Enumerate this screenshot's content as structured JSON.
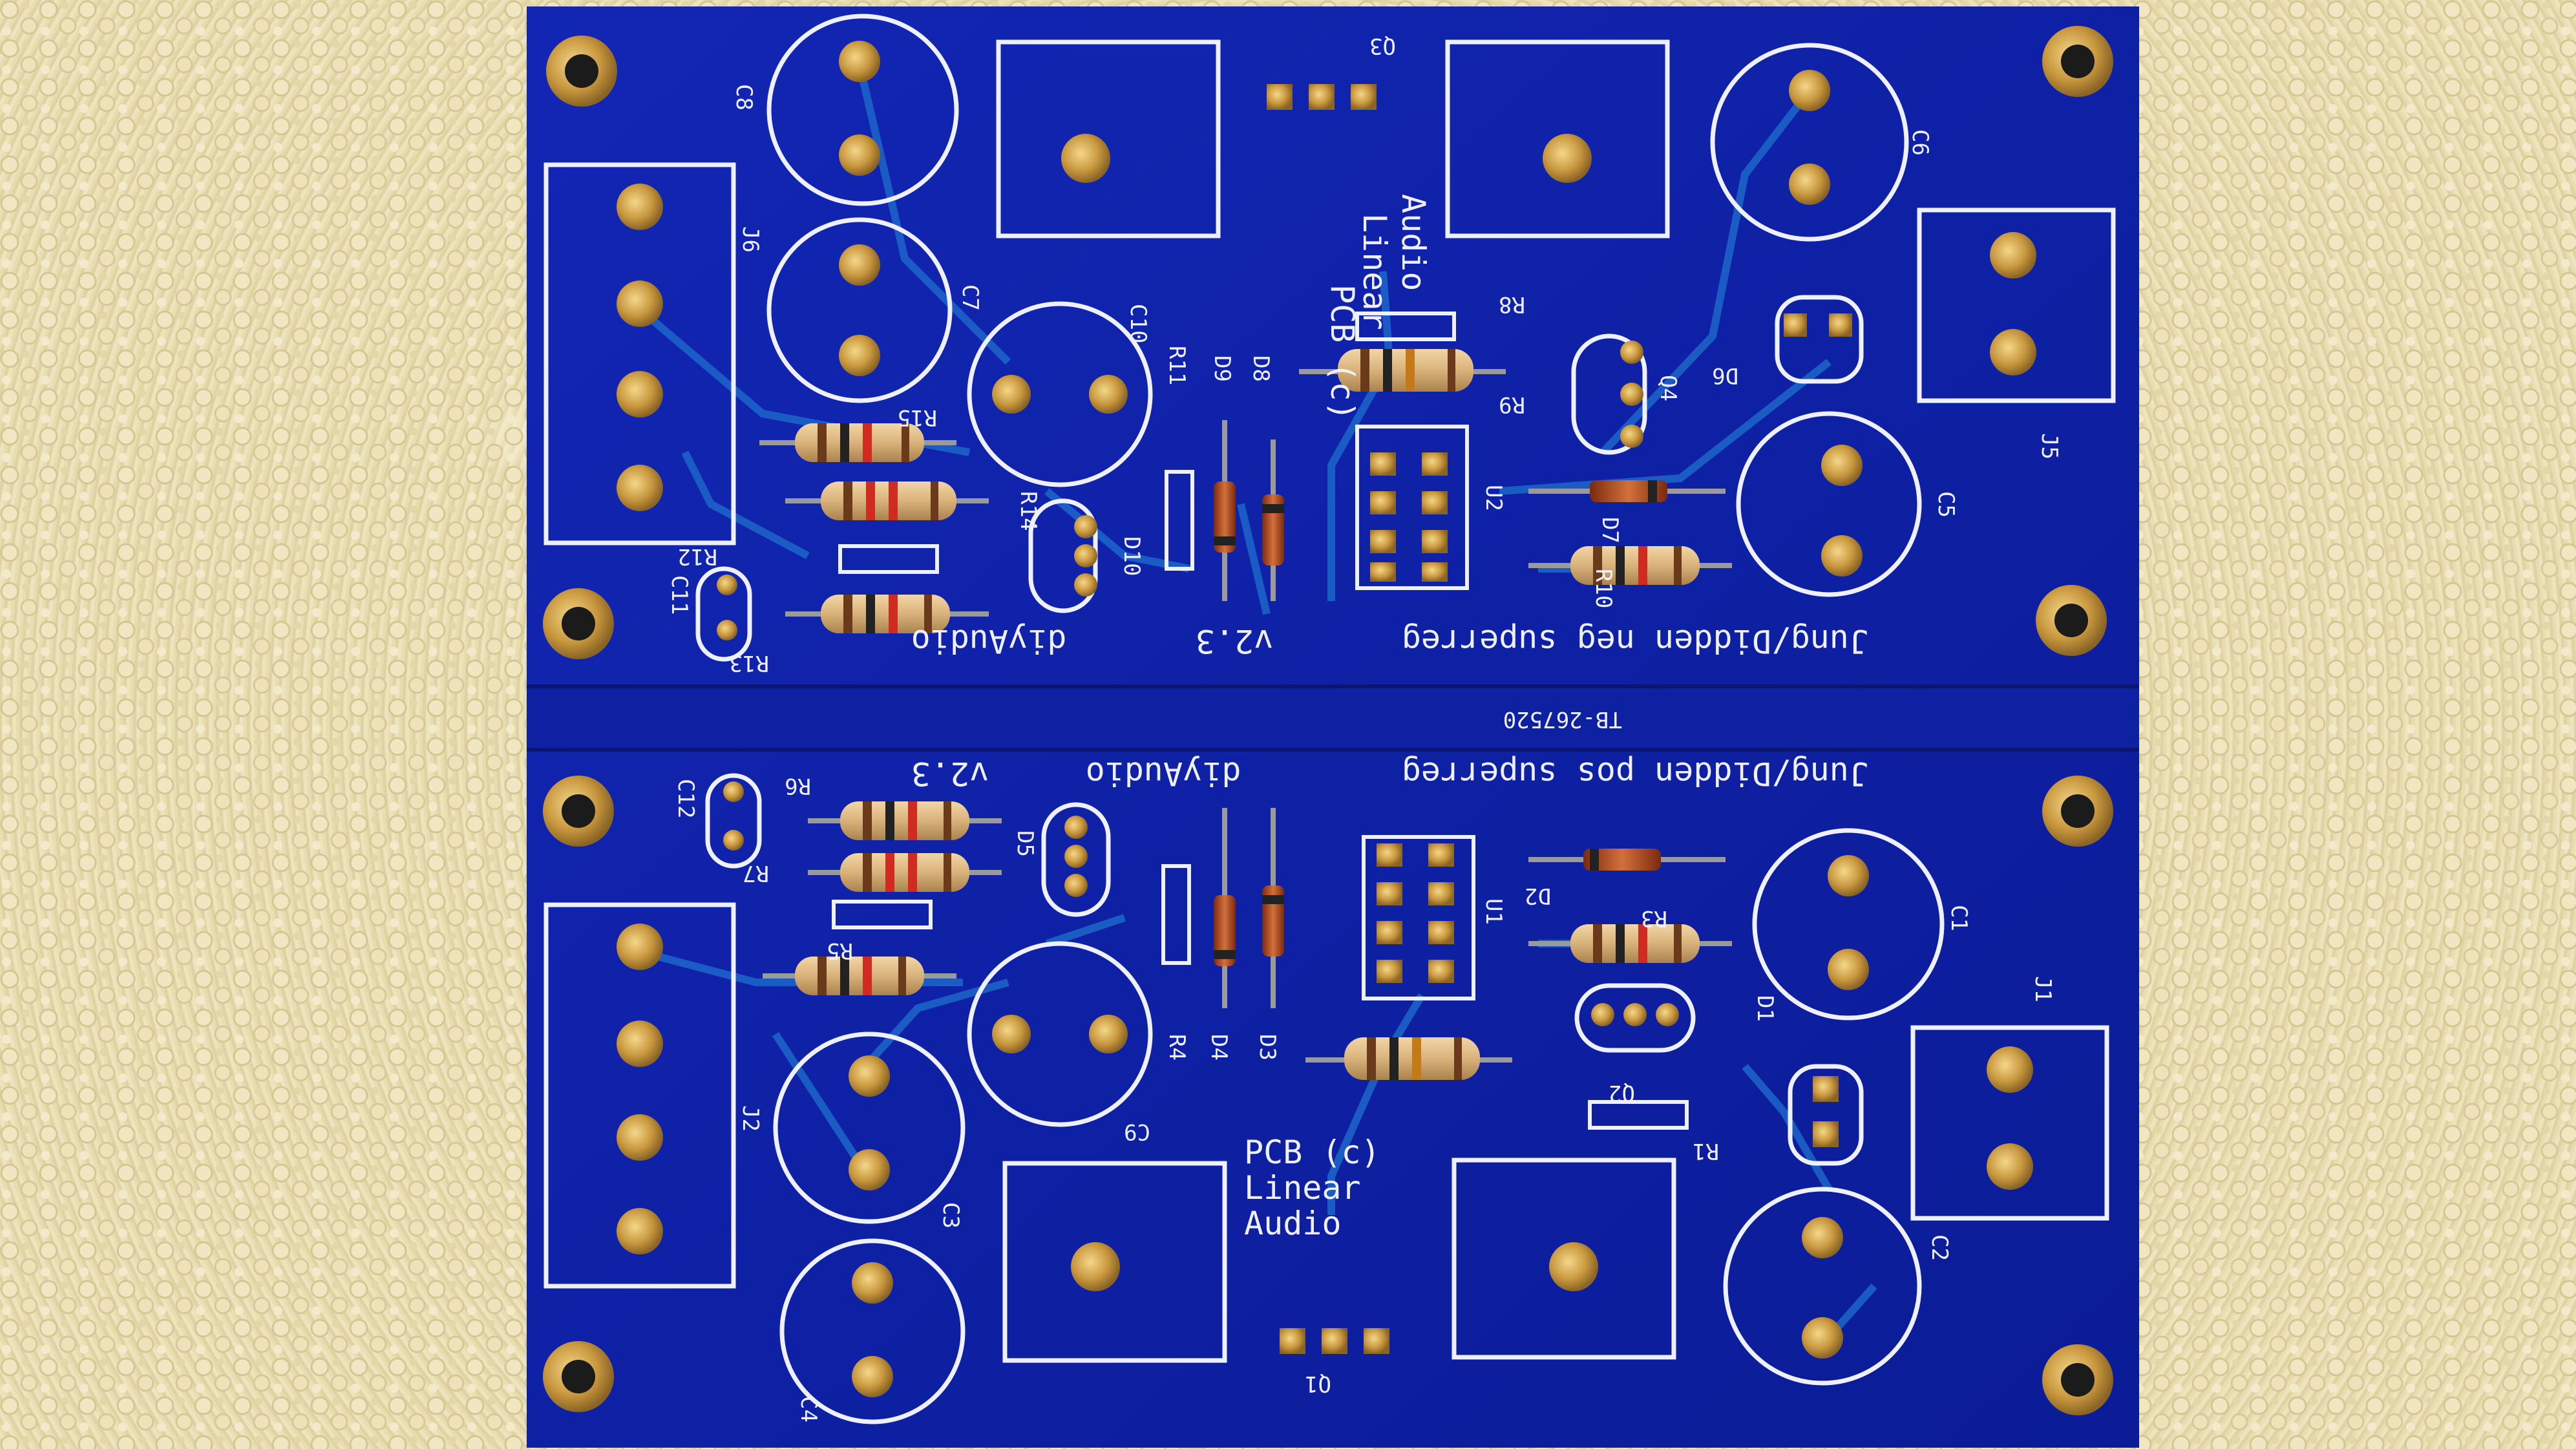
{
  "photo": {
    "subject": "pcb-panel",
    "colors": {
      "board": "#0e22a8",
      "trace": "#1c62c8",
      "silk": "#eef0ff",
      "pad": "#d6ac55",
      "carpet": "#e9dfb4"
    }
  },
  "top_board": {
    "title": "Jung/Didden neg superreg",
    "version": "v2.3",
    "brand": "diyAudio",
    "copyright": [
      "PCB (c)",
      "Linear",
      "Audio"
    ],
    "labels": [
      "C8",
      "C7",
      "C6",
      "C5",
      "C10",
      "C11",
      "J6",
      "J5",
      "Q3",
      "Q4",
      "R8",
      "R9",
      "R10",
      "R11",
      "R12",
      "R13",
      "R14",
      "R15",
      "D6",
      "D7",
      "D8",
      "D9",
      "D10",
      "U2"
    ]
  },
  "break_strip": {
    "code": "TB-267520"
  },
  "bottom_board": {
    "title": "Jung/Didden pos superreg",
    "version": "v2.3",
    "brand": "diyAudio",
    "copyright": [
      "PCB (c)",
      "Linear",
      "Audio"
    ],
    "labels": [
      "C1",
      "C2",
      "C3",
      "C4",
      "C9",
      "C12",
      "J1",
      "J2",
      "Q1",
      "Q2",
      "R1",
      "R3",
      "R4",
      "R5",
      "R6",
      "R7",
      "D1",
      "D2",
      "D3",
      "D4",
      "D5",
      "U1"
    ]
  }
}
